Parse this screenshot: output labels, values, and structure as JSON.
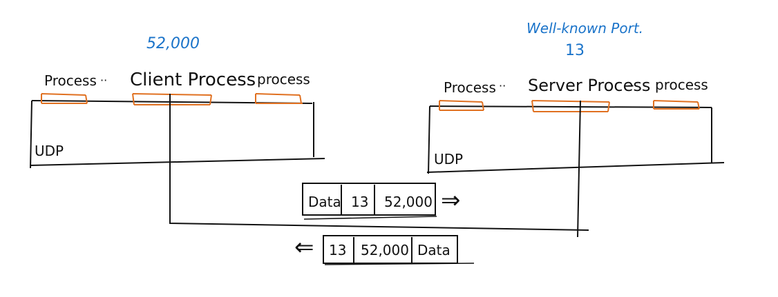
{
  "colors": {
    "ink": "#111111",
    "blue": "#1a73c9",
    "orange": "#e07020"
  },
  "client": {
    "port_label": "52,000",
    "process_left": "Process",
    "dots_left": "··",
    "main_process": "Client Process",
    "dots_right": "··",
    "process_right": "process",
    "udp_label": "UDP"
  },
  "server": {
    "port_caption": "Well-known Port.",
    "port_label": "13",
    "process_left": "Process",
    "dots_left": "··",
    "main_process": "Server Process",
    "dots_right": "··",
    "process_right": "process",
    "udp_label": "UDP"
  },
  "packet_outbound": {
    "cells": [
      "Data",
      "13",
      "52,000"
    ],
    "arrow": "⇒"
  },
  "packet_inbound": {
    "arrow": "⇐",
    "cells": [
      "13",
      "52,000",
      "Data"
    ]
  }
}
